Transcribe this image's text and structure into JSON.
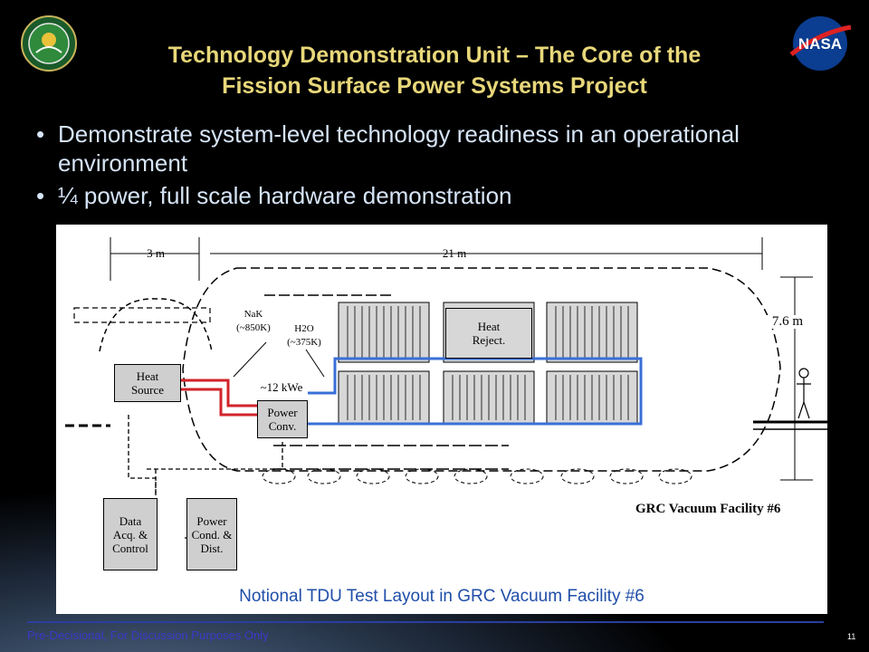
{
  "title": {
    "line1": "Technology Demonstration Unit – The Core of the",
    "line2": "Fission Surface Power Systems Project"
  },
  "bullets": [
    "Demonstrate system-level technology readiness in an operational environment",
    "¼ power, full scale hardware demonstration"
  ],
  "logos": {
    "left": "doe-seal-icon",
    "right": "nasa-logo-icon"
  },
  "diagram": {
    "dim_3m": "3 m",
    "dim_21m": "21 m",
    "dim_76m": "7.6 m",
    "nak": "NaK\n(~850K)",
    "h2o": "H2O\n(~375K)",
    "power": "~12 kWe",
    "heat_source": "Heat\nSource",
    "power_conv": "Power\nConv.",
    "heat_reject": "Heat\nReject.",
    "data_acq": "Data\nAcq. &\nControl",
    "power_cond": "Power\nCond. &\nDist.",
    "facility_label": "GRC Vacuum Facility #6",
    "caption": "Notional TDU Test Layout in GRC Vacuum Facility #6"
  },
  "footer": {
    "text": "Pre-Decisional, For Discussion Purposes Only",
    "page": "11"
  },
  "colors": {
    "title": "#e8d77a",
    "bullet_text": "#d6e4f7",
    "caption": "#1f4ea8",
    "nak_line": "#d2232a",
    "h2o_line": "#3a6fd8",
    "footer": "#3a3ac8"
  }
}
